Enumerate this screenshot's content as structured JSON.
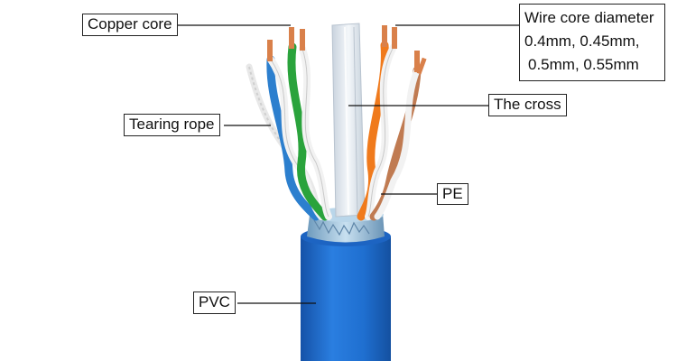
{
  "labels": {
    "copper_core": "Copper core",
    "tearing_rope": "Tearing rope",
    "the_cross": "The cross",
    "pe": "PE",
    "pvc": "PVC",
    "wire_core_diameter": {
      "line1": "Wire core diameter",
      "line2": "0.4mm, 0.45mm,",
      "line3": "0.5mm, 0.55mm"
    }
  },
  "colors": {
    "jacket_blue": "#1f6fd0",
    "jacket_dark": "#1552a8",
    "shield_silver": "#9fc4de",
    "cross_filler": "#dfe6ee",
    "wire_orange": "#f07a1c",
    "wire_green": "#2aa33c",
    "wire_blue": "#2c7fce",
    "wire_brown": "#c07b52",
    "wire_white": "#f2f2f2",
    "copper": "#d9804a",
    "leader_line": "#111111"
  },
  "icons": [
    "cat6-cable-illustration"
  ]
}
